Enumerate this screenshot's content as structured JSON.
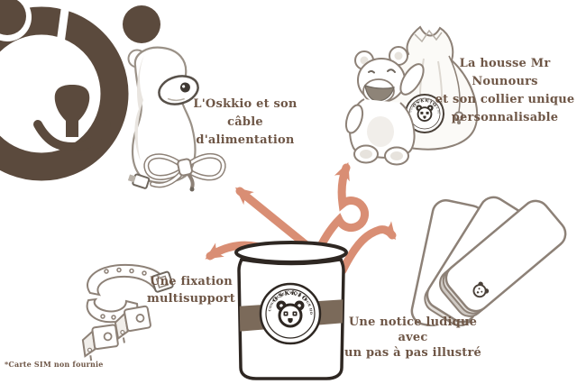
{
  "diagram": {
    "labels": {
      "device": {
        "lines": [
          "L'Oskkio et son",
          "câble",
          "d'alimentation"
        ]
      },
      "plush": {
        "lines": [
          "La housse Mr Nounours",
          "et son collier unique",
          "personnalisable"
        ]
      },
      "mount": {
        "lines": [
          "Une fixation",
          "multisupport"
        ]
      },
      "notice": {
        "lines": [
          "Une notice ludique avec",
          "un pas à pas illustré"
        ]
      }
    },
    "badge": {
      "brand": "OSKKIO",
      "tagline": "STAY CONNECTED WITH YOUR HOUSE"
    },
    "footnote": "*Carte SIM non fournie",
    "colors": {
      "bear_brown": "#5b4a3d",
      "label_brown": "#6e5646",
      "arrow_salmon": "#d98e74",
      "band_brown": "#7b6a5a",
      "ink": "#2e2722",
      "sketch_gray": "#8d8177"
    },
    "icons": {
      "bear-face-logo": "brown bear head ring with ears, nose and smile",
      "oskkio-badge": "round stamp with bear face and circular text",
      "mini-bear-icon": "small bear face stamp on notice card"
    }
  }
}
